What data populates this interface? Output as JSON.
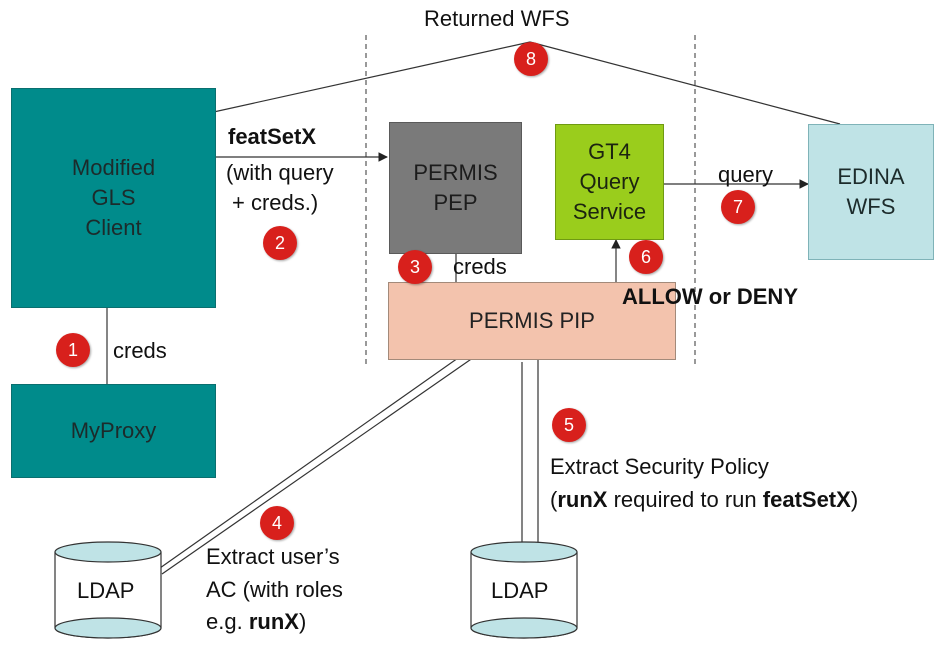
{
  "top_label": "Returned WFS",
  "boxes": {
    "gls_client": "Modified\nGLS\nClient",
    "myproxy": "MyProxy",
    "permis_pep": "PERMIS\nPEP",
    "gt4_service": "GT4\nQuery\nService",
    "edina_wfs": "EDINA\nWFS",
    "permis_pip": "PERMIS PIP"
  },
  "databases": {
    "ldap_left": "LDAP",
    "ldap_mid": "LDAP"
  },
  "labels": {
    "featsetx": "featSetX",
    "with_query": "(with query",
    "plus_creds": "+ creds.)",
    "creds_1": "creds",
    "creds_3": "creds",
    "allow_deny": "ALLOW or DENY",
    "query": "query",
    "step5_line1": "Extract Security Policy",
    "step5_paren_open": "(",
    "step5_runx": "runX",
    "step5_mid": " required to run ",
    "step5_featsetx": "featSetX",
    "step5_paren_close": ")",
    "step4_line1": "Extract user’s",
    "step4_line2": "AC (with roles",
    "step4_eg": "e.g. ",
    "step4_runx": "runX",
    "step4_close": ")"
  },
  "steps": [
    "1",
    "2",
    "3",
    "4",
    "5",
    "6",
    "7",
    "8"
  ],
  "colors": {
    "teal": "#008b8b",
    "pep_grey": "#7a7a7a",
    "gt4_green": "#9acd1c",
    "edina_light": "#bfe3e6",
    "pip_salmon": "#f3c3ad",
    "badge_red": "#d8201c"
  }
}
